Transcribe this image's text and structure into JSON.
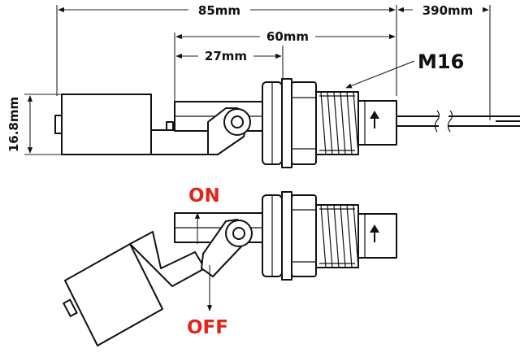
{
  "dimensions": {
    "total_length": "85mm",
    "cable_length": "390mm",
    "thread_to_pivot": "60mm",
    "pivot_offset": "27mm",
    "float_height": "16.8mm"
  },
  "thread_label": "M16",
  "states": {
    "on": "ON",
    "off": "OFF"
  },
  "colors": {
    "state_text": "#e1251b",
    "line": "#111111",
    "background": "#ffffff"
  }
}
